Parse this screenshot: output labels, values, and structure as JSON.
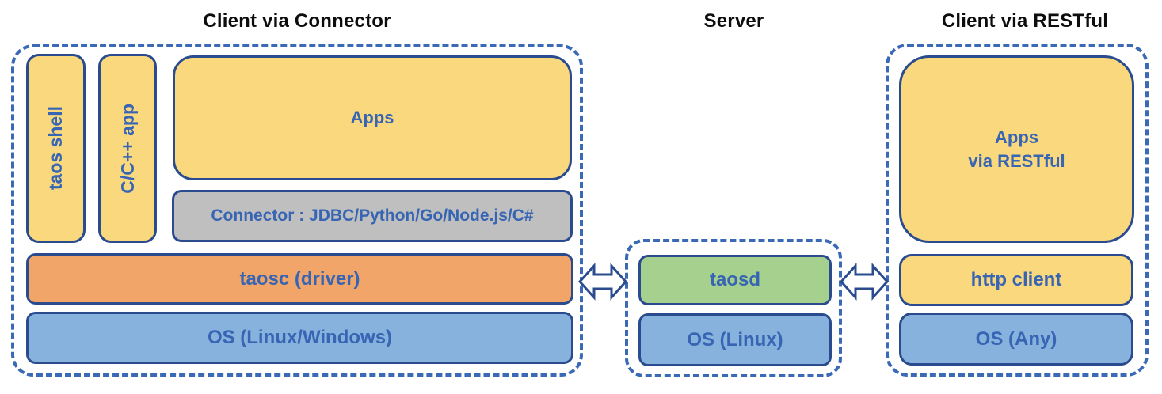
{
  "palette": {
    "box_yellow": "#FAD87E",
    "box_gray": "#BFBFBF",
    "box_orange": "#F2A569",
    "box_blue": "#86B2DD",
    "box_green": "#A5D08D",
    "dashed_outline_blue": "#3A69B5",
    "box_border_navy": "#2A4C8F",
    "label_blue": "#3765B3",
    "title_black": "#0D0D0D"
  },
  "groups": {
    "connector": {
      "title": "Client via Connector",
      "taos_shell": "taos shell",
      "cpp_app": "C/C++ app",
      "apps": "Apps",
      "connector_bar": "Connector : JDBC/Python/Go/Node.js/C#",
      "taosc": "taosc (driver)",
      "os": "OS (Linux/Windows)"
    },
    "server": {
      "title": "Server",
      "taosd": "taosd",
      "os": "OS (Linux)"
    },
    "restful": {
      "title": "Client via RESTful",
      "apps_line1": "Apps",
      "apps_line2": "via RESTful",
      "http_client": "http client",
      "os": "OS (Any)"
    }
  },
  "icons": {
    "left_link": "bidirectional-arrow",
    "right_link": "bidirectional-arrow"
  }
}
